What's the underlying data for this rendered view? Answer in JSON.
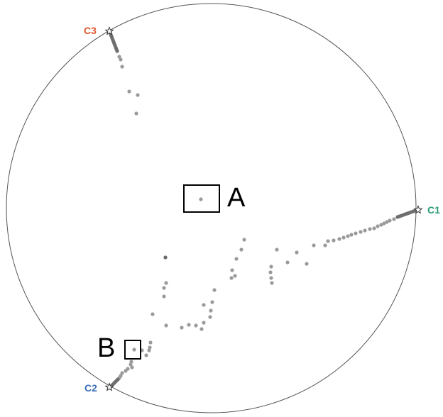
{
  "anchors": [
    {
      "id": "C1",
      "label": "C1",
      "color": "#2a9a74"
    },
    {
      "id": "C2",
      "label": "C2",
      "color": "#3a6fb8"
    },
    {
      "id": "C3",
      "label": "C3",
      "color": "#e0542c"
    }
  ],
  "boxes": [
    {
      "id": "A",
      "label": "A"
    },
    {
      "id": "B",
      "label": "B"
    }
  ],
  "colors": {
    "circle": "#555555",
    "point": "#9a9a9a",
    "point_dense": "#6e6e6e",
    "star_fill": "#ffffff",
    "star_stroke": "#333333",
    "box": "#000000"
  }
}
